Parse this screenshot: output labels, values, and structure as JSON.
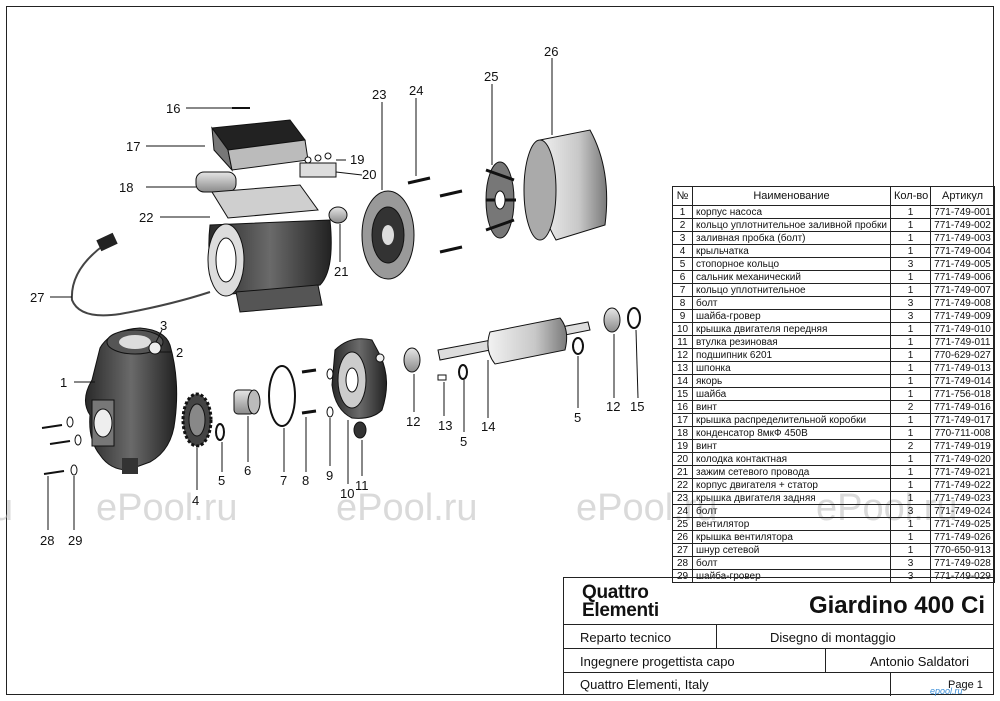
{
  "callouts": {
    "c1": "1",
    "c2": "2",
    "c3": "3",
    "c4": "4",
    "c5a": "5",
    "c5b": "5",
    "c5c": "5",
    "c6": "6",
    "c7": "7",
    "c8": "8",
    "c9": "9",
    "c10": "10",
    "c11": "11",
    "c12a": "12",
    "c12b": "12",
    "c13": "13",
    "c14": "14",
    "c15": "15",
    "c16": "16",
    "c17": "17",
    "c18": "18",
    "c19": "19",
    "c20": "20",
    "c21": "21",
    "c22": "22",
    "c23": "23",
    "c24": "24",
    "c25": "25",
    "c26": "26",
    "c27": "27",
    "c28": "28",
    "c29": "29"
  },
  "watermark": {
    "text_full": "ePool.ru",
    "text_cut": "u"
  },
  "parts_table": {
    "headers": {
      "num": "№",
      "name": "Наименование",
      "qty": "Кол-во",
      "article": "Артикул"
    },
    "rows": [
      {
        "num": "1",
        "name": "корпус насоса",
        "qty": "1",
        "article": "771-749-001"
      },
      {
        "num": "2",
        "name": "кольцо уплотнительное заливной пробки",
        "qty": "1",
        "article": "771-749-002"
      },
      {
        "num": "3",
        "name": "заливная пробка (болт)",
        "qty": "1",
        "article": "771-749-003"
      },
      {
        "num": "4",
        "name": "крыльчатка",
        "qty": "1",
        "article": "771-749-004"
      },
      {
        "num": "5",
        "name": "стопорное кольцо",
        "qty": "3",
        "article": "771-749-005"
      },
      {
        "num": "6",
        "name": "сальник механический",
        "qty": "1",
        "article": "771-749-006"
      },
      {
        "num": "7",
        "name": "кольцо уплотнительное",
        "qty": "1",
        "article": "771-749-007"
      },
      {
        "num": "8",
        "name": "болт",
        "qty": "3",
        "article": "771-749-008"
      },
      {
        "num": "9",
        "name": "шайба-гровер",
        "qty": "3",
        "article": "771-749-009"
      },
      {
        "num": "10",
        "name": "крышка двигателя передняя",
        "qty": "1",
        "article": "771-749-010"
      },
      {
        "num": "11",
        "name": "втулка резиновая",
        "qty": "1",
        "article": "771-749-011"
      },
      {
        "num": "12",
        "name": "подшипник 6201",
        "qty": "1",
        "article": "770-629-027"
      },
      {
        "num": "13",
        "name": "шпонка",
        "qty": "1",
        "article": "771-749-013"
      },
      {
        "num": "14",
        "name": "якорь",
        "qty": "1",
        "article": "771-749-014"
      },
      {
        "num": "15",
        "name": "шайба",
        "qty": "1",
        "article": "771-756-018"
      },
      {
        "num": "16",
        "name": "винт",
        "qty": "2",
        "article": "771-749-016"
      },
      {
        "num": "17",
        "name": "крышка распределительной коробки",
        "qty": "1",
        "article": "771-749-017"
      },
      {
        "num": "18",
        "name": "конденсатор 8мкФ 450В",
        "qty": "1",
        "article": "770-711-008"
      },
      {
        "num": "19",
        "name": "винт",
        "qty": "2",
        "article": "771-749-019"
      },
      {
        "num": "20",
        "name": "колодка контактная",
        "qty": "1",
        "article": "771-749-020"
      },
      {
        "num": "21",
        "name": "зажим сетевого провода",
        "qty": "1",
        "article": "771-749-021"
      },
      {
        "num": "22",
        "name": "корпус двигателя + статор",
        "qty": "1",
        "article": "771-749-022"
      },
      {
        "num": "23",
        "name": "крышка двигателя задняя",
        "qty": "1",
        "article": "771-749-023"
      },
      {
        "num": "24",
        "name": "болт",
        "qty": "3",
        "article": "771-749-024"
      },
      {
        "num": "25",
        "name": "вентилятор",
        "qty": "1",
        "article": "771-749-025"
      },
      {
        "num": "26",
        "name": "крышка вентилятора",
        "qty": "1",
        "article": "771-749-026"
      },
      {
        "num": "27",
        "name": "шнур сетевой",
        "qty": "1",
        "article": "770-650-913"
      },
      {
        "num": "28",
        "name": "болт",
        "qty": "3",
        "article": "771-749-028"
      },
      {
        "num": "29",
        "name": "шайба-гровер",
        "qty": "3",
        "article": "771-749-029"
      }
    ]
  },
  "title_block": {
    "logo_line1": "Quattro",
    "logo_line2": "Elementi",
    "model": "Giardino 400 Ci",
    "department": "Reparto tecnico",
    "drawing_type": "Disegno di montaggio",
    "role": "Ingegnere progettista capo",
    "engineer": "Antonio Saldatori",
    "company": "Quattro Elementi, Italy",
    "page": "Page 1",
    "stamp": "epool.ru"
  },
  "colors": {
    "ink": "#111111",
    "part_dark": "#3a3a3a",
    "part_mid": "#8a8a8a",
    "part_light": "#d6d6d6",
    "stamp": "#3a8ed8"
  }
}
